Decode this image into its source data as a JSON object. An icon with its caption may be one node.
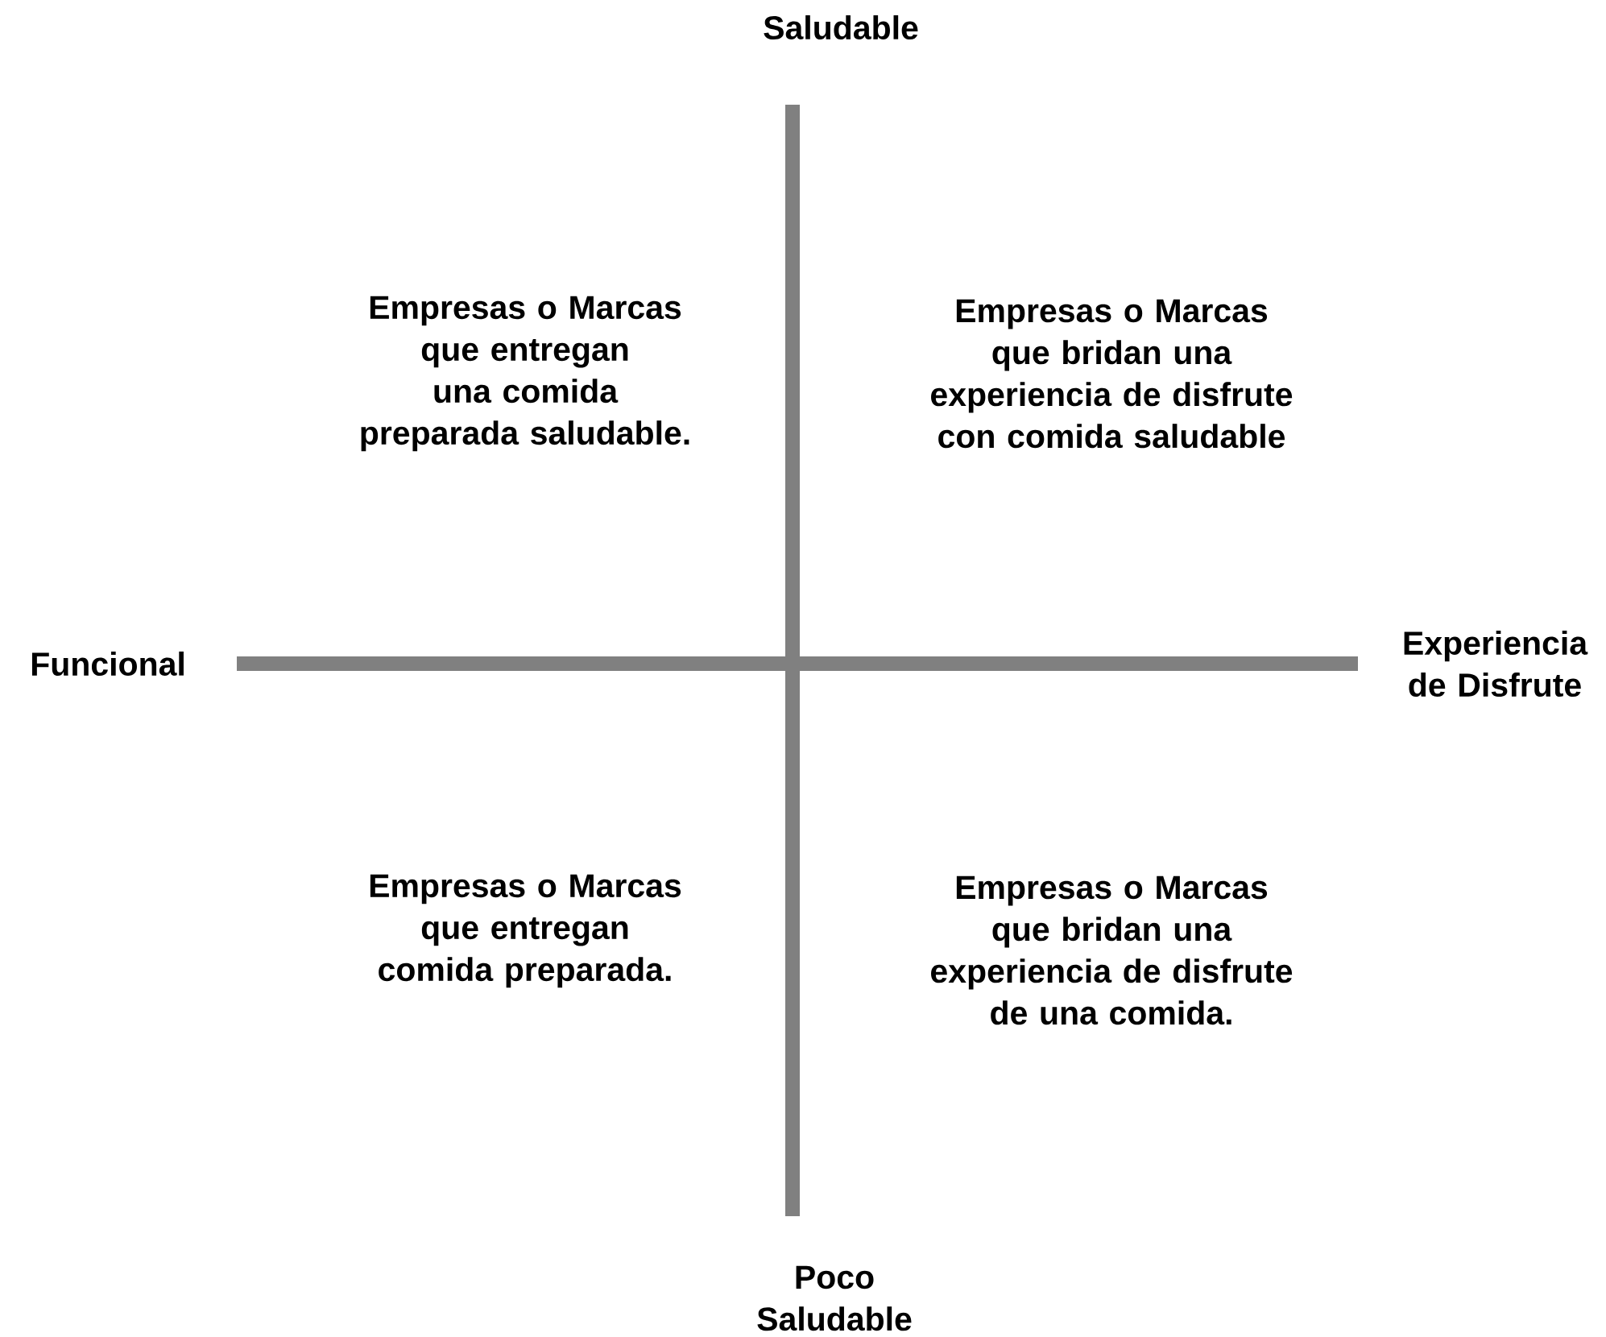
{
  "diagram": {
    "labels": [
      "Saludable",
      "Empresas o Marcas que entregan una comida preparada saludable.",
      "Empresas o Marcas que bridan una experiencia de disfrute con comida saludable",
      "Funcional",
      "Experiencia de Disfrute",
      "Empresas o Marcas que entregan comida preparada.",
      "Empresas o Marcas que bridan una experiencia de disfrute de una comida.",
      "Poco Saludable"
    ]
  }
}
